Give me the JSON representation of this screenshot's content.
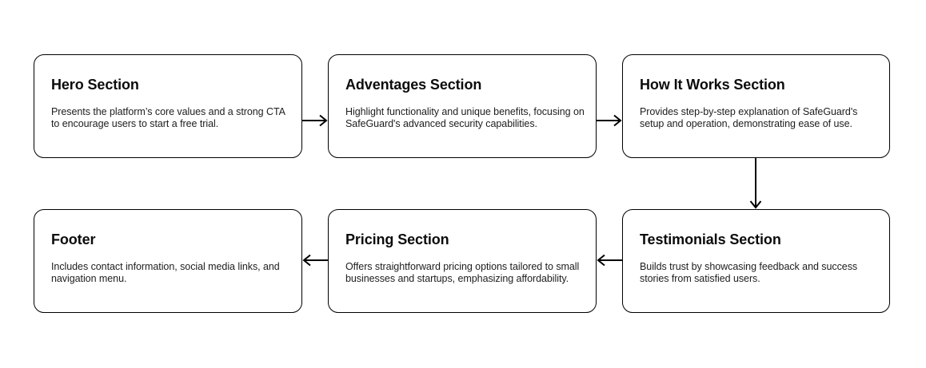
{
  "diagram": {
    "description": "Website structure flowchart for SafeGuard landing page",
    "colors": {
      "background": "#ffffff",
      "node_fill": "#ffffff",
      "node_border": "#000000",
      "title_text": "#0c0c0c",
      "description_text": "#1d1d1f",
      "arrow": "#000000"
    },
    "nodes": [
      {
        "id": "hero",
        "title": "Hero Section",
        "description": "Presents the platform’s core values and a strong CTA to encourage users to start a free trial."
      },
      {
        "id": "adventages",
        "title": "Adventages Section",
        "description": "Highlight functionality and unique benefits, focusing on SafeGuard's advanced security capabilities."
      },
      {
        "id": "how-it-works",
        "title": "How It Works Section",
        "description": "Provides step-by-step explanation of SafeGuard's setup and operation, demonstrating ease of use."
      },
      {
        "id": "testimonials",
        "title": "Testimonials Section",
        "description": "Builds trust by showcasing feedback and success stories from satisfied users."
      },
      {
        "id": "pricing",
        "title": "Pricing Section",
        "description": "Offers straightforward pricing options tailored to small businesses and startups, emphasizing affordability."
      },
      {
        "id": "footer",
        "title": "Footer",
        "description": "Includes contact information, social media links, and navigation menu."
      }
    ],
    "edges": [
      {
        "from": "hero",
        "to": "adventages",
        "direction": "right"
      },
      {
        "from": "adventages",
        "to": "how-it-works",
        "direction": "right"
      },
      {
        "from": "how-it-works",
        "to": "testimonials",
        "direction": "down"
      },
      {
        "from": "testimonials",
        "to": "pricing",
        "direction": "left"
      },
      {
        "from": "pricing",
        "to": "footer",
        "direction": "left"
      }
    ]
  }
}
